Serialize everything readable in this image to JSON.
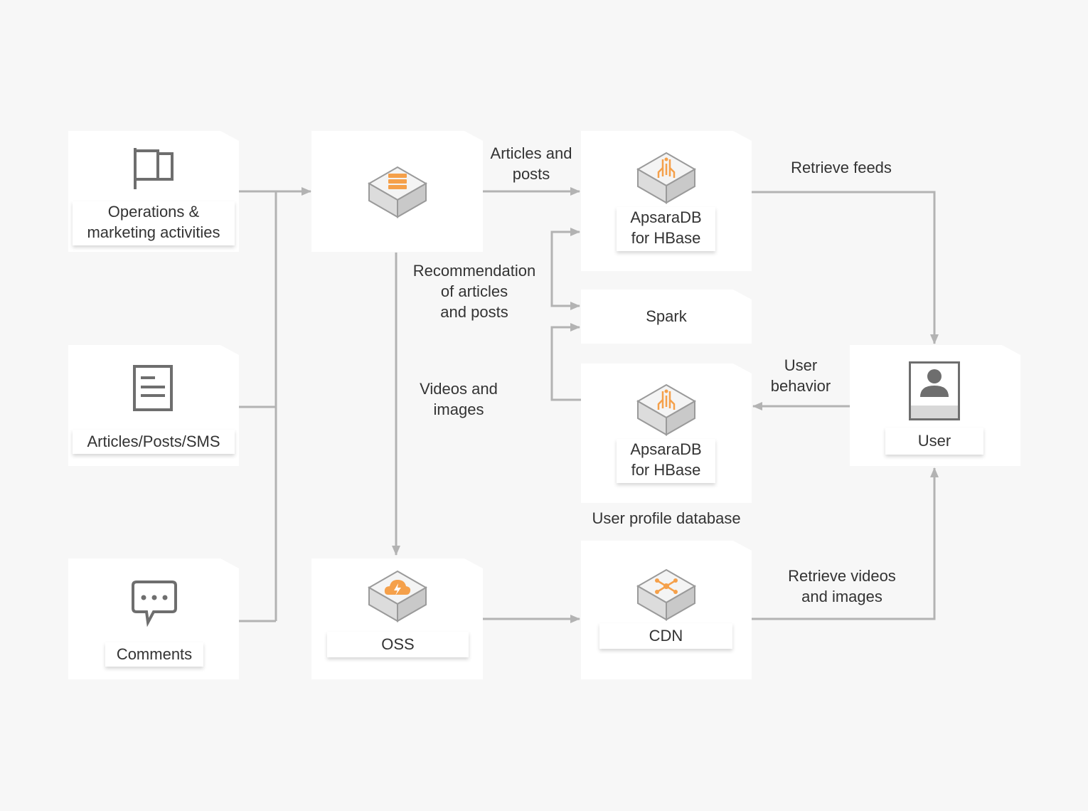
{
  "sources": {
    "operations": "Operations &\nmarketing activities",
    "articles": "Articles/Posts/SMS",
    "comments": "Comments"
  },
  "nodes": {
    "hbase_top": "ApsaraDB\nfor HBase",
    "spark": "Spark",
    "hbase_bottom": "ApsaraDB\nfor HBase",
    "user_profile_caption": "User profile database",
    "oss": "OSS",
    "cdn": "CDN",
    "user": "User"
  },
  "edges": {
    "articles_posts": "Articles and\nposts",
    "recommendation": "Recommendation\nof articles\nand posts",
    "videos_images": "Videos and\nimages",
    "retrieve_feeds": "Retrieve feeds",
    "user_behavior": "User\nbehavior",
    "retrieve_videos": "Retrieve videos\nand images"
  },
  "icons": {
    "operations": "flag-icon",
    "articles": "document-icon",
    "comments": "chat-bubble-icon",
    "server": "server-cube-icon",
    "hbase": "hbase-cube-icon",
    "oss": "oss-cube-icon",
    "cdn": "cdn-cube-icon",
    "user": "user-avatar-icon"
  },
  "colors": {
    "background": "#f7f7f7",
    "card": "#ffffff",
    "line": "#b3b3b3",
    "accent": "#f5a04a",
    "icon_gray": "#6e6e6e",
    "text": "#333333"
  }
}
